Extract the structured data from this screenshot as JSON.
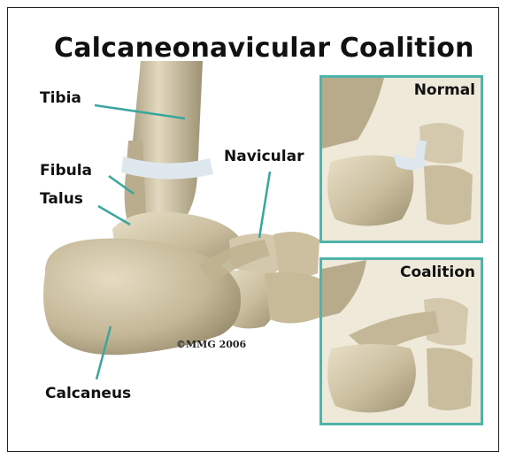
{
  "title": "Calcaneonavicular Coalition",
  "labels": {
    "tibia": "Tibia",
    "fibula": "Fibula",
    "talus": "Talus",
    "navicular": "Navicular",
    "calcaneus": "Calcaneus"
  },
  "copyright": "©MMG 2006",
  "insets": {
    "normal": "Normal",
    "coalition": "Coalition"
  },
  "colors": {
    "pointer": "#3aa69c",
    "inset_border": "#4fb3aa",
    "bone": "#cfc4a8",
    "cartilage": "#dfe7ee"
  }
}
